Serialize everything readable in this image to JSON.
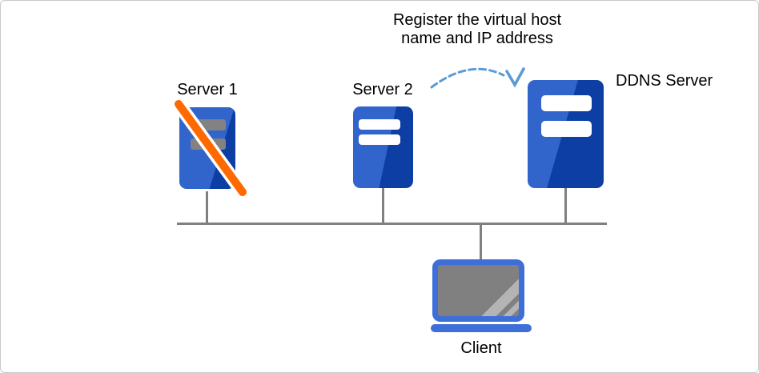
{
  "annotation": {
    "text": "Register the virtual host\nname and IP address"
  },
  "nodes": {
    "server1": {
      "label": "Server 1",
      "status": "offline"
    },
    "server2": {
      "label": "Server 2",
      "status": "online"
    },
    "ddns_server": {
      "label": "DDNS Server",
      "status": "online"
    },
    "client": {
      "label": "Client"
    }
  },
  "colors": {
    "server_light_blue": "#3165cb",
    "server_dark_blue": "#0c3ea4",
    "offline_slash_orange": "#ff6a00",
    "offline_bar_gray": "#828282",
    "server_bar_white": "#ffffff",
    "network_line_gray": "#808080",
    "arrow_blue": "#5b9bd5",
    "laptop_blue": "#3e6fd8",
    "screen_gray": "#808080",
    "screen_stripe_gray": "#b4b4b4",
    "canvas_border": "#c9c9c9"
  }
}
